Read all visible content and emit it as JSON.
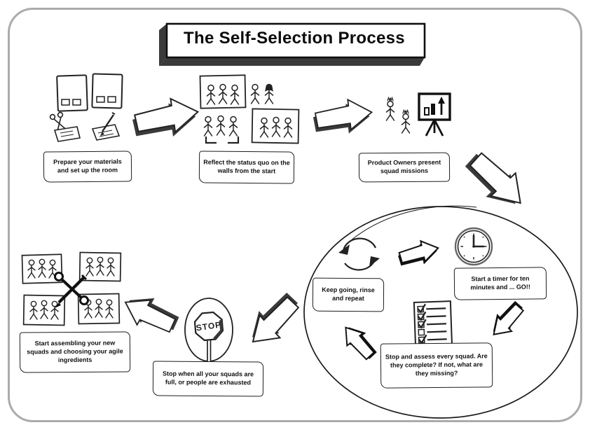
{
  "title": "The Self-Selection Process",
  "stop_sign_text": "STOP",
  "steps": {
    "prepare": {
      "label": "Prepare your materials and set up the room"
    },
    "reflect": {
      "label": "Reflect the status quo on the walls from the start"
    },
    "present": {
      "label": "Product Owners present squad missions"
    },
    "timer": {
      "label": "Start a timer for ten minutes and ... GO!!"
    },
    "repeat": {
      "label": "Keep going, rinse and repeat"
    },
    "assess": {
      "label": "Stop and assess every squad. Are they complete? If not, what are they missing?"
    },
    "stop": {
      "label": "Stop when all your squads are full, or people are exhausted"
    },
    "assemble": {
      "label": "Start assembling your new squads and choosing your agile ingredients"
    }
  },
  "icons": {
    "prepare": [
      "poster-boards",
      "scissors",
      "pencil-and-paper"
    ],
    "reflect": [
      "framed-team",
      "pair-of-people",
      "trio-over-bracket",
      "framed-team"
    ],
    "present": [
      "crowned-product-owners",
      "flipchart-with-chart"
    ],
    "loop": [
      "cycle-arrows",
      "clock",
      "checklist"
    ],
    "stop": [
      "stop-sign-balloon"
    ],
    "assemble": [
      "four-squad-frames",
      "crossed-wrench-and-pencil"
    ]
  },
  "colors": {
    "ink": "#1d1d1d",
    "arrow_shadow": "#3a3a3a",
    "page_border": "#ababab",
    "background": "#ffffff"
  }
}
